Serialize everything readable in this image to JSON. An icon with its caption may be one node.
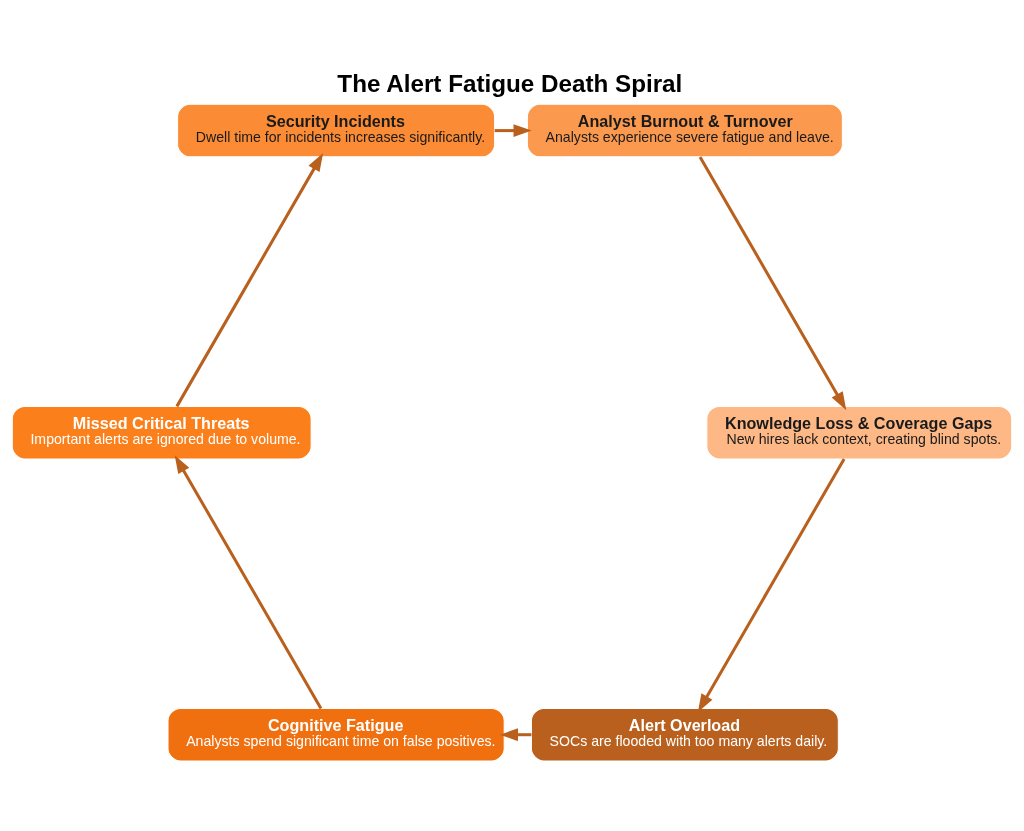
{
  "diagram": {
    "title": "The Alert Fatigue Death Spiral",
    "nodes": [
      {
        "text": [
          "Alert Overload",
          "SOCs are flooded with too many alerts daily."
        ]
      },
      {
        "text": [
          "Cognitive Fatigue",
          "Analysts spend significant time on false positives."
        ]
      },
      {
        "text": [
          "Missed Critical Threats",
          "Important alerts are ignored due to volume."
        ]
      },
      {
        "text": [
          "Security Incidents",
          "Dwell time for incidents increases significantly."
        ]
      },
      {
        "text": [
          "Analyst Burnout & Turnover",
          "Analysts experience severe fatigue and leave."
        ]
      },
      {
        "text": [
          "Knowledge Loss & Coverage Gaps",
          "New hires lack context, creating blind spots."
        ]
      }
    ],
    "edges": [
      {
        "from": 0,
        "to": 1,
        "arrow": "to"
      },
      {
        "from": 1,
        "to": 2,
        "arrow": "to"
      },
      {
        "from": 2,
        "to": 3,
        "arrow": "to"
      },
      {
        "from": 3,
        "to": 4,
        "arrow": "to"
      },
      {
        "from": 4,
        "to": 5,
        "arrow": "to"
      },
      {
        "from": 5,
        "to": 0,
        "arrow": "to"
      }
    ]
  }
}
